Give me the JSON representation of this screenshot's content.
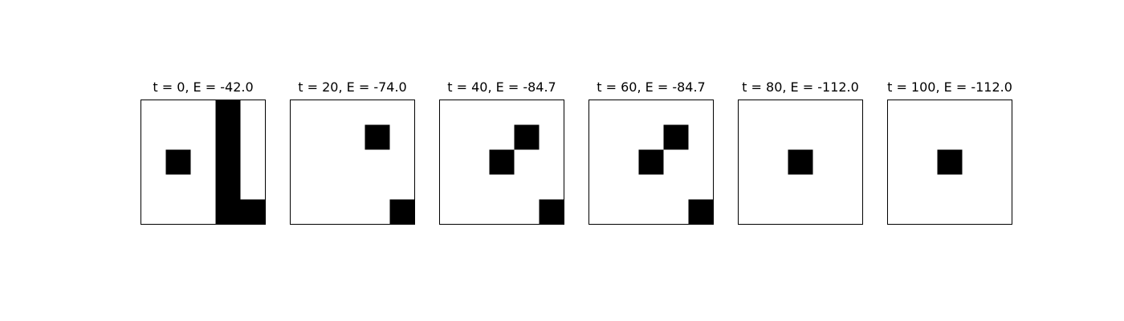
{
  "chart_data": [
    {
      "type": "heatmap",
      "title": "t = 0, E = -42.0",
      "grid_size": [
        5,
        5
      ],
      "colormap": {
        "0": "#ffffff",
        "1": "#000000"
      },
      "cells": [
        [
          0,
          0,
          0,
          1,
          0
        ],
        [
          0,
          0,
          0,
          1,
          0
        ],
        [
          0,
          1,
          0,
          1,
          0
        ],
        [
          0,
          0,
          0,
          1,
          0
        ],
        [
          0,
          0,
          0,
          1,
          1
        ]
      ]
    },
    {
      "type": "heatmap",
      "title": "t = 20, E = -74.0",
      "grid_size": [
        5,
        5
      ],
      "colormap": {
        "0": "#ffffff",
        "1": "#000000"
      },
      "cells": [
        [
          0,
          0,
          0,
          0,
          0
        ],
        [
          0,
          0,
          0,
          1,
          0
        ],
        [
          0,
          0,
          0,
          0,
          0
        ],
        [
          0,
          0,
          0,
          0,
          0
        ],
        [
          0,
          0,
          0,
          0,
          1
        ]
      ]
    },
    {
      "type": "heatmap",
      "title": "t = 40, E = -84.7",
      "grid_size": [
        5,
        5
      ],
      "colormap": {
        "0": "#ffffff",
        "1": "#000000"
      },
      "cells": [
        [
          0,
          0,
          0,
          0,
          0
        ],
        [
          0,
          0,
          0,
          1,
          0
        ],
        [
          0,
          0,
          1,
          0,
          0
        ],
        [
          0,
          0,
          0,
          0,
          0
        ],
        [
          0,
          0,
          0,
          0,
          1
        ]
      ]
    },
    {
      "type": "heatmap",
      "title": "t = 60, E = -84.7",
      "grid_size": [
        5,
        5
      ],
      "colormap": {
        "0": "#ffffff",
        "1": "#000000"
      },
      "cells": [
        [
          0,
          0,
          0,
          0,
          0
        ],
        [
          0,
          0,
          0,
          1,
          0
        ],
        [
          0,
          0,
          1,
          0,
          0
        ],
        [
          0,
          0,
          0,
          0,
          0
        ],
        [
          0,
          0,
          0,
          0,
          1
        ]
      ]
    },
    {
      "type": "heatmap",
      "title": "t = 80, E = -112.0",
      "grid_size": [
        5,
        5
      ],
      "colormap": {
        "0": "#ffffff",
        "1": "#000000"
      },
      "cells": [
        [
          0,
          0,
          0,
          0,
          0
        ],
        [
          0,
          0,
          0,
          0,
          0
        ],
        [
          0,
          0,
          1,
          0,
          0
        ],
        [
          0,
          0,
          0,
          0,
          0
        ],
        [
          0,
          0,
          0,
          0,
          0
        ]
      ]
    },
    {
      "type": "heatmap",
      "title": "t = 100, E = -112.0",
      "grid_size": [
        5,
        5
      ],
      "colormap": {
        "0": "#ffffff",
        "1": "#000000"
      },
      "cells": [
        [
          0,
          0,
          0,
          0,
          0
        ],
        [
          0,
          0,
          0,
          0,
          0
        ],
        [
          0,
          0,
          1,
          0,
          0
        ],
        [
          0,
          0,
          0,
          0,
          0
        ],
        [
          0,
          0,
          0,
          0,
          0
        ]
      ]
    }
  ]
}
